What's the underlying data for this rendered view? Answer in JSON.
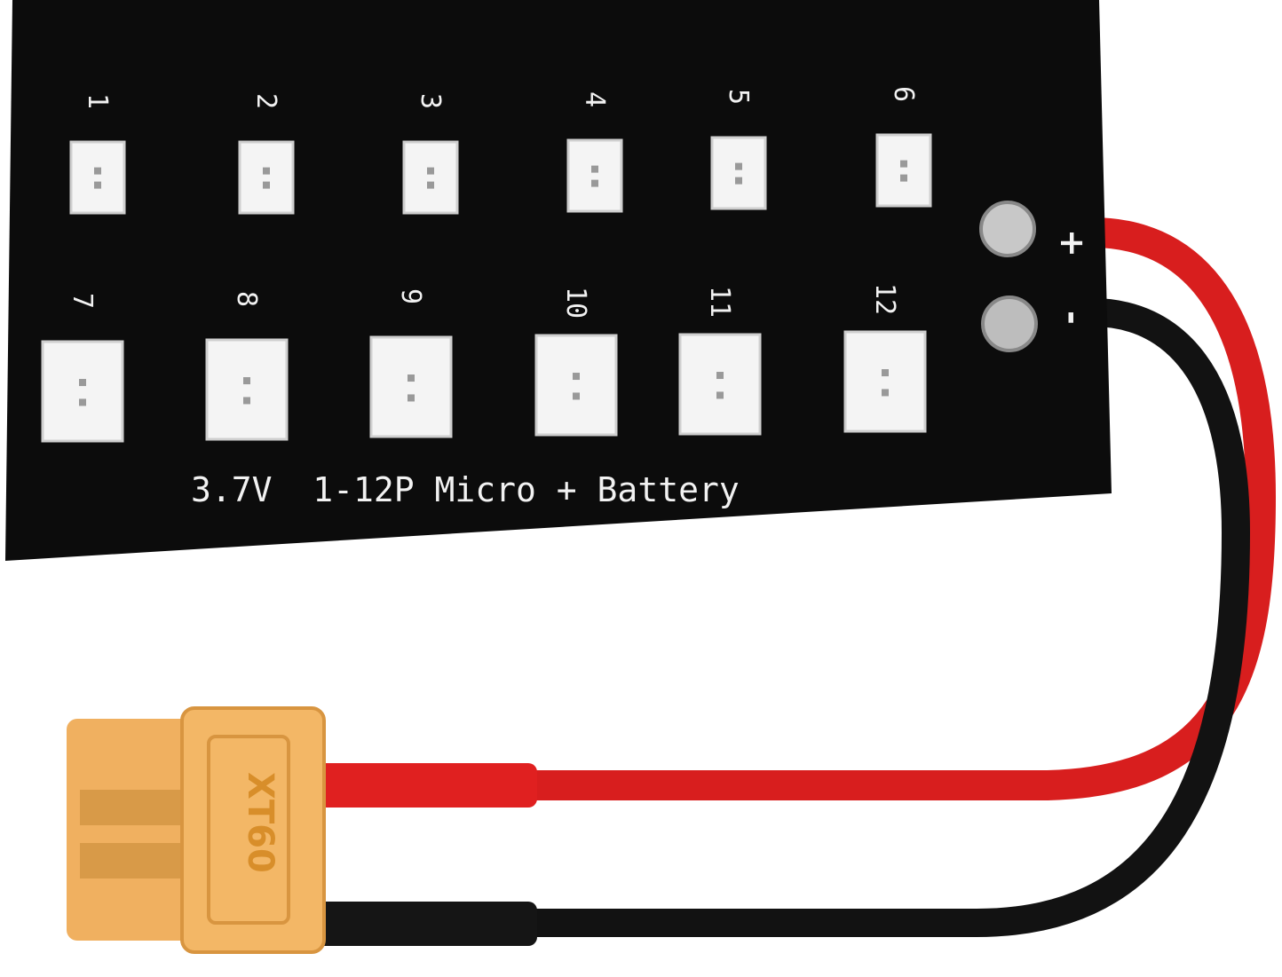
{
  "board": {
    "port_labels": [
      "1",
      "2",
      "3",
      "4",
      "5",
      "6",
      "7",
      "8",
      "9",
      "10",
      "11",
      "12"
    ],
    "plus_label": "+",
    "minus_label": "-",
    "caption": "3.7V  1-12P Micro + Battery"
  },
  "connector": {
    "model_label": "XT60"
  },
  "colors": {
    "board": "#0c0c0c",
    "port": "#f4f4f4",
    "red_wire": "#d81e1e",
    "black_wire": "#111111",
    "xt60": "#f0b060"
  }
}
